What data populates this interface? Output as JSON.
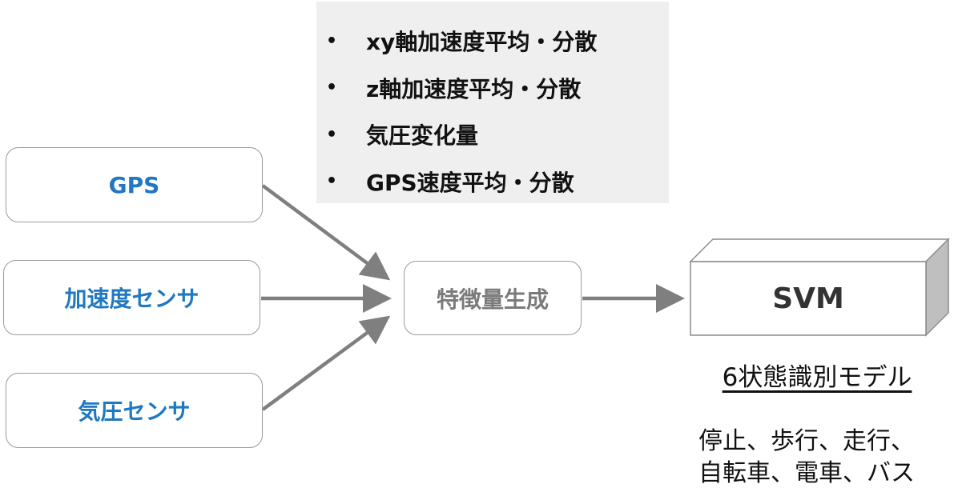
{
  "sensors": {
    "gps": "GPS",
    "accelerometer": "加速度センサ",
    "barometer": "気圧センサ"
  },
  "features": {
    "items": [
      "xy軸加速度平均・分散",
      "z軸加速度平均・分散",
      "気圧変化量",
      "GPS速度平均・分散"
    ],
    "bullet": "•"
  },
  "feature_generation": {
    "label": "特徴量生成"
  },
  "classifier": {
    "label": "SVM"
  },
  "model": {
    "caption": "6状態識別モデル",
    "classes_line1": "停止、歩行、走行、",
    "classes_line2": "自転車、電車、バス"
  },
  "colors": {
    "sensor_text": "#1f78c1",
    "arrow": "#7f7f7f",
    "feature_bg": "#efefef",
    "cube_side": "#bfbfbf"
  }
}
